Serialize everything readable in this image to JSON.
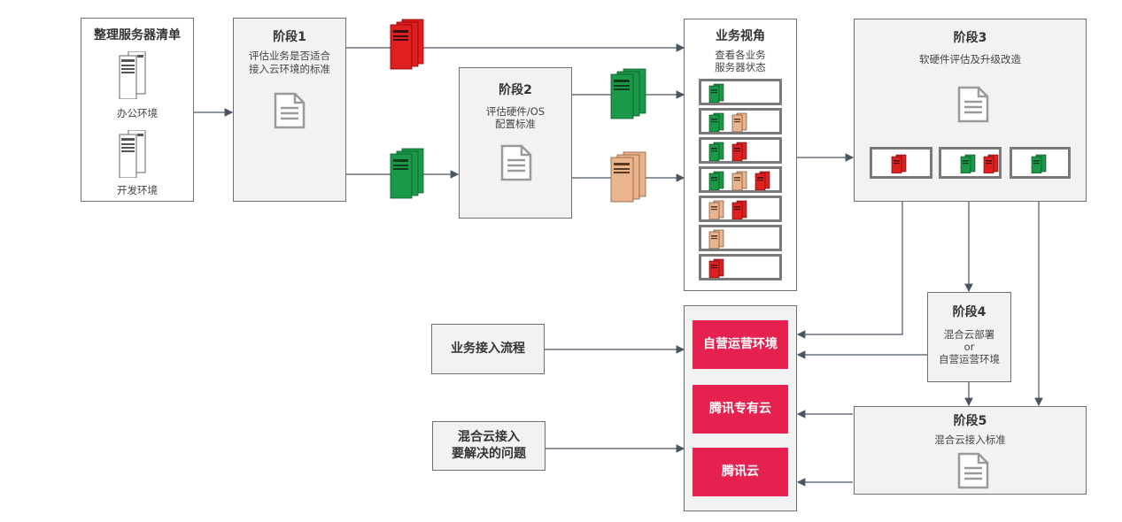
{
  "inventory": {
    "title": "整理服务器清单",
    "office_label": "办公环境",
    "dev_label": "开发环境"
  },
  "stage1": {
    "title": "阶段1",
    "desc_line1": "评估业务是否适合",
    "desc_line2": "接入云环境的标准"
  },
  "stage2": {
    "title": "阶段2",
    "desc_line1": "评估硬件/OS",
    "desc_line2": "配置标准"
  },
  "view": {
    "title": "业务视角",
    "desc_line1": "查看各业务",
    "desc_line2": "服务器状态"
  },
  "stage3": {
    "title": "阶段3",
    "desc": "软硬件评估及升级改造"
  },
  "stage4": {
    "title": "阶段4",
    "desc_line1": "混合云部署",
    "desc_line2": "or",
    "desc_line3": "自营运营环境"
  },
  "stage5": {
    "title": "阶段5",
    "desc": "混合云接入标准"
  },
  "targets": [
    "自营运营环境",
    "腾讯专有云",
    "腾讯云"
  ],
  "process": {
    "label": "业务接入流程"
  },
  "issues": {
    "line1": "混合云接入",
    "line2": "要解决的问题"
  },
  "colors": {
    "red": "#e02020",
    "green": "#1a9a48",
    "tan": "#e9b48e",
    "accent": "#e5214f",
    "box_fill": "#f2f2f2"
  }
}
